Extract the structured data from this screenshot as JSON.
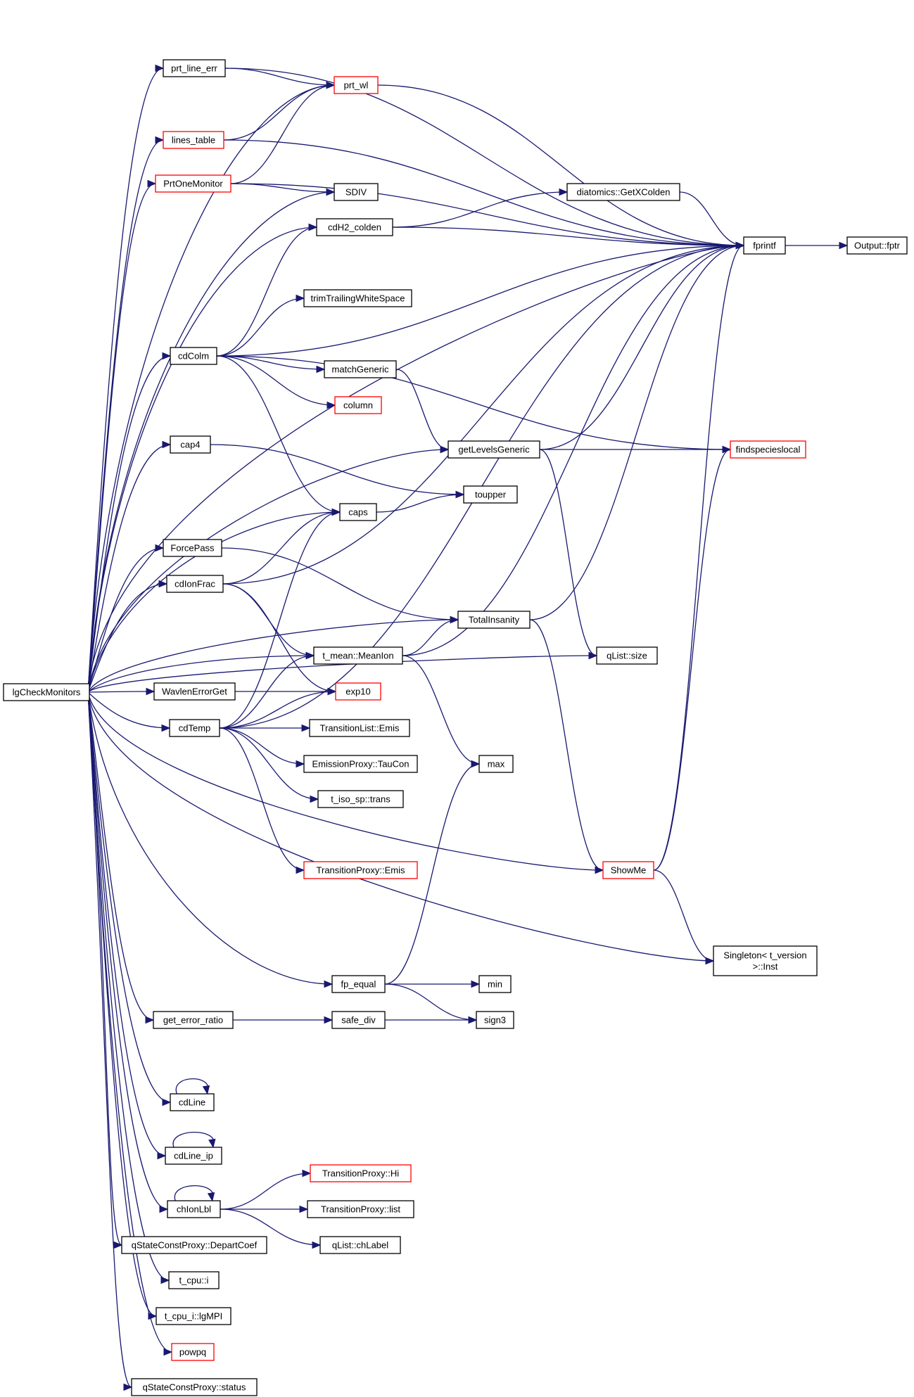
{
  "colors": {
    "edge": "#191970",
    "box_default": "#000000",
    "box_truncated": "#ff0000",
    "root_fill": "#bfbfbf",
    "node_fill": "#ffffff"
  },
  "graph": {
    "root": "lgCheckMonitors",
    "nodes": [
      {
        "id": "lgCheckMonitors",
        "label": "lgCheckMonitors",
        "border": "black",
        "root": true
      },
      {
        "id": "prt_line_err",
        "label": "prt_line_err",
        "border": "black"
      },
      {
        "id": "prt_wl",
        "label": "prt_wl",
        "border": "red"
      },
      {
        "id": "lines_table",
        "label": "lines_table",
        "border": "red"
      },
      {
        "id": "PrtOneMonitor",
        "label": "PrtOneMonitor",
        "border": "red"
      },
      {
        "id": "SDIV",
        "label": "SDIV",
        "border": "black"
      },
      {
        "id": "cdH2_colden",
        "label": "cdH2_colden",
        "border": "black"
      },
      {
        "id": "diatomics_GetXColden",
        "label": "diatomics::GetXColden",
        "border": "black"
      },
      {
        "id": "fprintf",
        "label": "fprintf",
        "border": "black"
      },
      {
        "id": "Output_fptr",
        "label": "Output::fptr",
        "border": "black"
      },
      {
        "id": "trimTrailingWhiteSpace",
        "label": "trimTrailingWhiteSpace",
        "border": "black"
      },
      {
        "id": "cdColm",
        "label": "cdColm",
        "border": "black"
      },
      {
        "id": "matchGeneric",
        "label": "matchGeneric",
        "border": "black"
      },
      {
        "id": "column",
        "label": "column",
        "border": "red"
      },
      {
        "id": "cap4",
        "label": "cap4",
        "border": "black"
      },
      {
        "id": "getLevelsGeneric",
        "label": "getLevelsGeneric",
        "border": "black"
      },
      {
        "id": "findspecieslocal",
        "label": "findspecieslocal",
        "border": "red"
      },
      {
        "id": "toupper",
        "label": "toupper",
        "border": "black"
      },
      {
        "id": "caps",
        "label": "caps",
        "border": "black"
      },
      {
        "id": "ForcePass",
        "label": "ForcePass",
        "border": "black"
      },
      {
        "id": "cdIonFrac",
        "label": "cdIonFrac",
        "border": "black"
      },
      {
        "id": "TotalInsanity",
        "label": "TotalInsanity",
        "border": "black"
      },
      {
        "id": "t_mean_MeanIon",
        "label": "t_mean::MeanIon",
        "border": "black"
      },
      {
        "id": "qList_size",
        "label": "qList::size",
        "border": "black"
      },
      {
        "id": "WavlenErrorGet",
        "label": "WavlenErrorGet",
        "border": "black"
      },
      {
        "id": "exp10",
        "label": "exp10",
        "border": "red"
      },
      {
        "id": "cdTemp",
        "label": "cdTemp",
        "border": "black"
      },
      {
        "id": "TransitionList_Emis",
        "label": "TransitionList::Emis",
        "border": "black"
      },
      {
        "id": "EmissionProxy_TauCon",
        "label": "EmissionProxy::TauCon",
        "border": "black"
      },
      {
        "id": "max",
        "label": "max",
        "border": "black"
      },
      {
        "id": "t_iso_sp_trans",
        "label": "t_iso_sp::trans",
        "border": "black"
      },
      {
        "id": "TransitionProxy_Emis",
        "label": "TransitionProxy::Emis",
        "border": "red"
      },
      {
        "id": "ShowMe",
        "label": "ShowMe",
        "border": "red"
      },
      {
        "id": "Singleton_Inst",
        "label": "Singleton< t_version\n>::Inst",
        "border": "black"
      },
      {
        "id": "fp_equal",
        "label": "fp_equal",
        "border": "black"
      },
      {
        "id": "min",
        "label": "min",
        "border": "black"
      },
      {
        "id": "get_error_ratio",
        "label": "get_error_ratio",
        "border": "black"
      },
      {
        "id": "safe_div",
        "label": "safe_div",
        "border": "black"
      },
      {
        "id": "sign3",
        "label": "sign3",
        "border": "black"
      },
      {
        "id": "cdLine",
        "label": "cdLine",
        "border": "black"
      },
      {
        "id": "cdLine_ip",
        "label": "cdLine_ip",
        "border": "black"
      },
      {
        "id": "chIonLbl",
        "label": "chIonLbl",
        "border": "black"
      },
      {
        "id": "TransitionProxy_Hi",
        "label": "TransitionProxy::Hi",
        "border": "red"
      },
      {
        "id": "TransitionProxy_list",
        "label": "TransitionProxy::list",
        "border": "black"
      },
      {
        "id": "qList_chLabel",
        "label": "qList::chLabel",
        "border": "black"
      },
      {
        "id": "qStateConstProxy_DepartCoef",
        "label": "qStateConstProxy::DepartCoef",
        "border": "black"
      },
      {
        "id": "t_cpu_i",
        "label": "t_cpu::i",
        "border": "black"
      },
      {
        "id": "t_cpu_i_lgMPI",
        "label": "t_cpu_i::lgMPI",
        "border": "black"
      },
      {
        "id": "powpq",
        "label": "powpq",
        "border": "red"
      },
      {
        "id": "qStateConstProxy_status",
        "label": "qStateConstProxy::status",
        "border": "black"
      }
    ],
    "edges": [
      [
        "lgCheckMonitors",
        "prt_line_err"
      ],
      [
        "lgCheckMonitors",
        "prt_wl"
      ],
      [
        "lgCheckMonitors",
        "lines_table"
      ],
      [
        "lgCheckMonitors",
        "PrtOneMonitor"
      ],
      [
        "lgCheckMonitors",
        "SDIV"
      ],
      [
        "lgCheckMonitors",
        "cdH2_colden"
      ],
      [
        "lgCheckMonitors",
        "fprintf"
      ],
      [
        "lgCheckMonitors",
        "cdColm"
      ],
      [
        "lgCheckMonitors",
        "cap4"
      ],
      [
        "lgCheckMonitors",
        "getLevelsGeneric"
      ],
      [
        "lgCheckMonitors",
        "caps"
      ],
      [
        "lgCheckMonitors",
        "ForcePass"
      ],
      [
        "lgCheckMonitors",
        "cdIonFrac"
      ],
      [
        "lgCheckMonitors",
        "TotalInsanity"
      ],
      [
        "lgCheckMonitors",
        "t_mean_MeanIon"
      ],
      [
        "lgCheckMonitors",
        "WavlenErrorGet"
      ],
      [
        "lgCheckMonitors",
        "cdTemp"
      ],
      [
        "lgCheckMonitors",
        "qList_size"
      ],
      [
        "lgCheckMonitors",
        "ShowMe"
      ],
      [
        "lgCheckMonitors",
        "fp_equal"
      ],
      [
        "lgCheckMonitors",
        "get_error_ratio"
      ],
      [
        "lgCheckMonitors",
        "Singleton_Inst"
      ],
      [
        "lgCheckMonitors",
        "cdLine"
      ],
      [
        "lgCheckMonitors",
        "cdLine_ip"
      ],
      [
        "lgCheckMonitors",
        "chIonLbl"
      ],
      [
        "lgCheckMonitors",
        "qStateConstProxy_DepartCoef"
      ],
      [
        "lgCheckMonitors",
        "t_cpu_i"
      ],
      [
        "lgCheckMonitors",
        "t_cpu_i_lgMPI"
      ],
      [
        "lgCheckMonitors",
        "powpq"
      ],
      [
        "lgCheckMonitors",
        "qStateConstProxy_status"
      ],
      [
        "prt_line_err",
        "prt_wl"
      ],
      [
        "prt_line_err",
        "fprintf"
      ],
      [
        "prt_wl",
        "fprintf"
      ],
      [
        "lines_table",
        "prt_wl"
      ],
      [
        "lines_table",
        "fprintf"
      ],
      [
        "PrtOneMonitor",
        "prt_wl"
      ],
      [
        "PrtOneMonitor",
        "SDIV"
      ],
      [
        "PrtOneMonitor",
        "fprintf"
      ],
      [
        "cdH2_colden",
        "diatomics_GetXColden"
      ],
      [
        "cdH2_colden",
        "fprintf"
      ],
      [
        "diatomics_GetXColden",
        "fprintf"
      ],
      [
        "fprintf",
        "Output_fptr"
      ],
      [
        "cdColm",
        "cdH2_colden"
      ],
      [
        "cdColm",
        "fprintf"
      ],
      [
        "cdColm",
        "trimTrailingWhiteSpace"
      ],
      [
        "cdColm",
        "matchGeneric"
      ],
      [
        "cdColm",
        "column"
      ],
      [
        "cdColm",
        "findspecieslocal"
      ],
      [
        "cdColm",
        "caps"
      ],
      [
        "matchGeneric",
        "getLevelsGeneric"
      ],
      [
        "cap4",
        "toupper"
      ],
      [
        "getLevelsGeneric",
        "fprintf"
      ],
      [
        "getLevelsGeneric",
        "findspecieslocal"
      ],
      [
        "getLevelsGeneric",
        "qList_size"
      ],
      [
        "caps",
        "toupper"
      ],
      [
        "ForcePass",
        "TotalInsanity"
      ],
      [
        "cdIonFrac",
        "caps"
      ],
      [
        "cdIonFrac",
        "fprintf"
      ],
      [
        "cdIonFrac",
        "t_mean_MeanIon"
      ],
      [
        "cdIonFrac",
        "exp10"
      ],
      [
        "TotalInsanity",
        "fprintf"
      ],
      [
        "TotalInsanity",
        "ShowMe"
      ],
      [
        "t_mean_MeanIon",
        "TotalInsanity"
      ],
      [
        "t_mean_MeanIon",
        "fprintf"
      ],
      [
        "t_mean_MeanIon",
        "max"
      ],
      [
        "WavlenErrorGet",
        "exp10"
      ],
      [
        "cdTemp",
        "caps"
      ],
      [
        "cdTemp",
        "t_mean_MeanIon"
      ],
      [
        "cdTemp",
        "exp10"
      ],
      [
        "cdTemp",
        "TransitionList_Emis"
      ],
      [
        "cdTemp",
        "EmissionProxy_TauCon"
      ],
      [
        "cdTemp",
        "t_iso_sp_trans"
      ],
      [
        "cdTemp",
        "TransitionProxy_Emis"
      ],
      [
        "cdTemp",
        "fprintf"
      ],
      [
        "ShowMe",
        "fprintf"
      ],
      [
        "ShowMe",
        "findspecieslocal"
      ],
      [
        "ShowMe",
        "Singleton_Inst"
      ],
      [
        "fp_equal",
        "max"
      ],
      [
        "fp_equal",
        "min"
      ],
      [
        "fp_equal",
        "sign3"
      ],
      [
        "get_error_ratio",
        "safe_div"
      ],
      [
        "safe_div",
        "sign3"
      ],
      [
        "cdLine",
        "cdLine"
      ],
      [
        "cdLine_ip",
        "cdLine_ip"
      ],
      [
        "chIonLbl",
        "chIonLbl"
      ],
      [
        "chIonLbl",
        "TransitionProxy_Hi"
      ],
      [
        "chIonLbl",
        "TransitionProxy_list"
      ],
      [
        "chIonLbl",
        "qList_chLabel"
      ]
    ]
  }
}
